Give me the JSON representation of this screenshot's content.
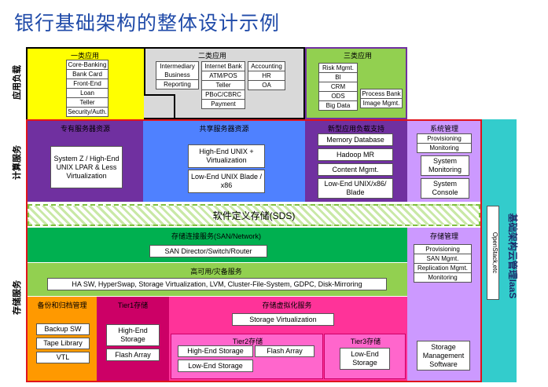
{
  "title": "银行基础架构的整体设计示例",
  "side_labels": {
    "app_load": "应用负载",
    "compute": "计算服务",
    "storage": "存储服务"
  },
  "cat1": {
    "title": "一类应用",
    "items": [
      "Core-Banking",
      "Bank Card",
      "Front-End",
      "Loan",
      "Teller",
      "Security/Auth."
    ]
  },
  "cat2": {
    "title": "二类应用",
    "col1": [
      "Intermediary Business",
      "Reporting"
    ],
    "col2": [
      "Internet Bank",
      "ATM/POS",
      "Teller",
      "PBoC/CBRC",
      "Payment"
    ],
    "col3": [
      "Accounting",
      "HR",
      "OA"
    ]
  },
  "cat3": {
    "title": "三类应用",
    "col1": [
      "Risk Mgmt.",
      "BI",
      "CRM",
      "ODS",
      "Big Data"
    ],
    "col2": [
      "Process Bank",
      "Image Mgmt."
    ]
  },
  "dedicated": {
    "title": "专有服务器资源",
    "box": "System Z / High-End UNIX LPAR & Less Virtualization"
  },
  "shared": {
    "title": "共享服务器资源",
    "box1": "High-End UNIX + Virtualization",
    "box2": "Low-End UNIX Blade / x86"
  },
  "newload": {
    "title": "新型应用负载支持",
    "items": [
      "Memory Database",
      "Hadoop MR",
      "Content Mgmt.",
      "Low-End UNIX/x86/ Blade"
    ]
  },
  "sysmgmt": {
    "title": "系统管理",
    "list": [
      "Provisioning",
      "Monitoring"
    ],
    "box1": "System Monitoring",
    "box2": "System Console"
  },
  "iaas": {
    "title": "基础架构云管理IaaS",
    "openstack": "OpenStack,etc"
  },
  "sds": "软件定义存储(SDS)",
  "san": {
    "title": "存储连接服务(SAN/Network)",
    "box": "SAN Director/Switch/Router"
  },
  "ha": {
    "title": "高可用/灾备服务",
    "box": "HA SW, HyperSwap, Storage Virtualization, LVM, Cluster-File-System, GDPC, Disk-Mirroring"
  },
  "storage_mgmt": {
    "title": "存储管理",
    "list": [
      "Provisioning",
      "SAN Mgmt.",
      "Replication Mgmt.",
      "Monitoring"
    ],
    "box": "Storage Management Software"
  },
  "backup": {
    "title": "备份和归档管理",
    "items": [
      "Backup SW",
      "Tape Library",
      "VTL"
    ]
  },
  "tier1": {
    "title": "Tier1存储",
    "box1": "High-End Storage",
    "box2": "Flash Array"
  },
  "virt": {
    "title": "存储虚拟化服务",
    "box": "Storage Virtualization"
  },
  "tier2": {
    "title": "Tier2存储",
    "box1": "High-End Storage",
    "box2": "Flash Array",
    "box3": "Low-End Storage"
  },
  "tier3": {
    "title": "Tier3存储",
    "box": "Low-End Storage"
  },
  "colors": {
    "title_blue": "#1f4aa8",
    "yellow": "#ffff00",
    "grey": "#d9d9d9",
    "green_light": "#92d050",
    "purple": "#7030a0",
    "blue": "#4f81ff",
    "cyan": "#33cccc",
    "green": "#00b050",
    "orange": "#ff9900",
    "magenta": "#cc0066",
    "pink": "#ff3399",
    "lavender": "#cc99ff",
    "red": "#e0141c"
  }
}
